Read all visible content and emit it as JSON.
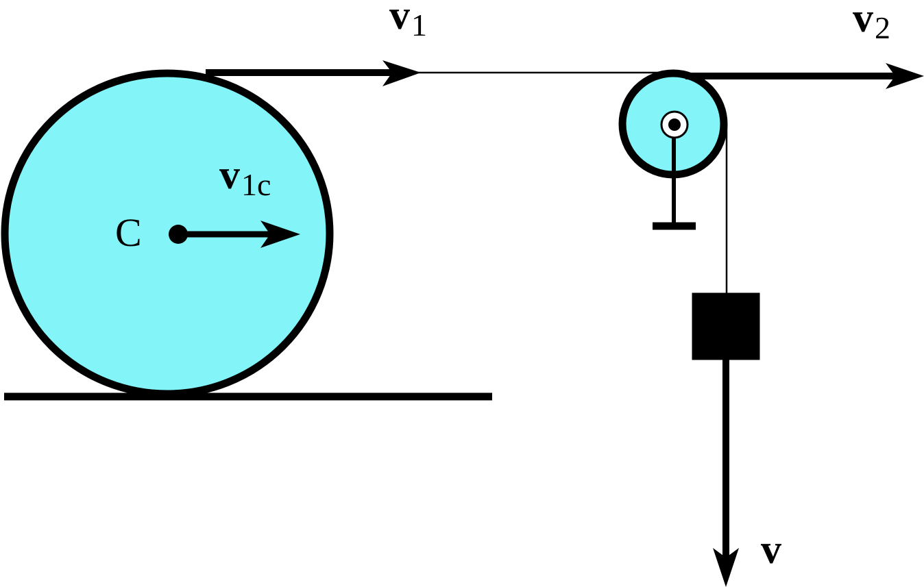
{
  "labels": {
    "v1": {
      "main": "v",
      "sub": "1"
    },
    "v2": {
      "main": "v",
      "sub": "2"
    },
    "v1c": {
      "main": "v",
      "sub": "1c"
    },
    "center": "C",
    "v": "v"
  },
  "colors": {
    "wheel_fill": "#83f4f8",
    "pulley_fill": "#83f4f8",
    "stroke": "#000000",
    "block": "#000000",
    "background": "#ffffff"
  }
}
